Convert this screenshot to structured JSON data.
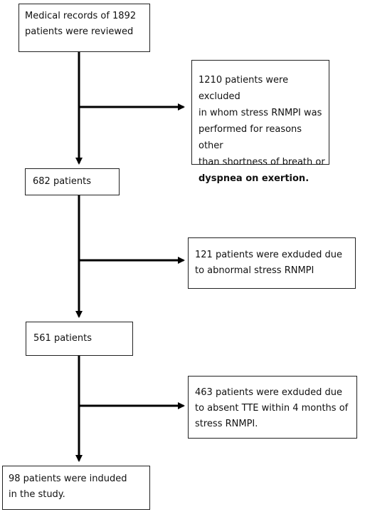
{
  "boxes": {
    "reviewed": {
      "lines": [
        "Medical records of 1892",
        "patients were reviewed"
      ]
    },
    "exclusion1": {
      "lines": [
        "1210 patients were excluded",
        "in whom stress RNMPI was",
        "performed for reasons other",
        "than shortness of breath or"
      ],
      "bold_line": "dyspnea on exertion."
    },
    "after1": {
      "lines": [
        "682 patients"
      ]
    },
    "exclusion2": {
      "lines": [
        "121 patients were exduded due",
        "to abnormal stress RNMPI"
      ]
    },
    "after2": {
      "lines": [
        "561 patients"
      ]
    },
    "exclusion3": {
      "lines": [
        "463 patients were exduded due",
        "to absent TTE within 4 months of",
        "stress RNMPI."
      ]
    },
    "final": {
      "lines": [
        "98 patients were induded",
        "in the study."
      ]
    }
  }
}
